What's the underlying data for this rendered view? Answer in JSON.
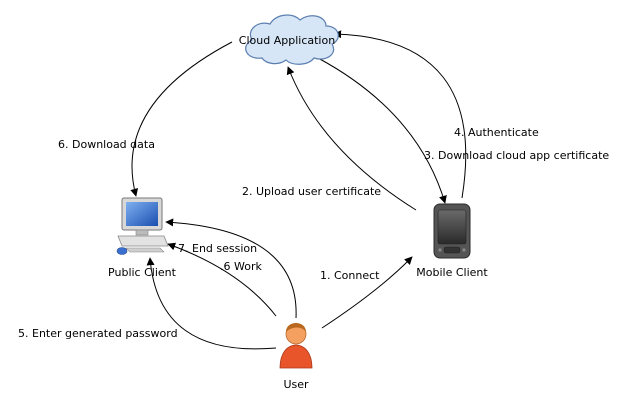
{
  "nodes": {
    "cloud": {
      "label": "Cloud Application",
      "icon": "cloud-icon"
    },
    "public_client": {
      "label": "Public Client",
      "icon": "desktop-computer-icon"
    },
    "mobile_client": {
      "label": "Mobile Client",
      "icon": "mobile-phone-icon"
    },
    "user": {
      "label": "User",
      "icon": "user-icon"
    }
  },
  "edges": {
    "connect": "1. Connect",
    "upload_user_cert": "2. Upload user certificate",
    "download_cloud_cert": "3. Download cloud app certificate",
    "authenticate": "4. Authenticate",
    "enter_password": "5. Enter generated password",
    "download_data": "6. Download data",
    "work": ".6 Work",
    "end_session": "7. End session"
  },
  "colors": {
    "cloud_fill": "#d6e6f7",
    "cloud_stroke": "#5b7fb0",
    "arrow": "#000000",
    "user_shirt": "#e8552a",
    "user_skin": "#f3a060",
    "user_hair": "#b8691f",
    "monitor_screen": "#2a64c8",
    "phone_body": "#555555"
  }
}
